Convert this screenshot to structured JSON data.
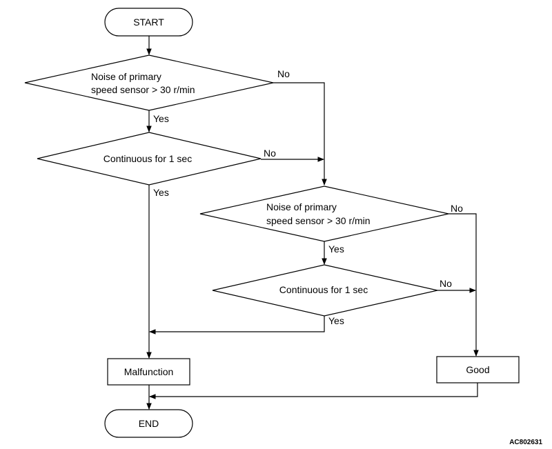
{
  "flowchart": {
    "start_label": "START",
    "end_label": "END",
    "decision_1": {
      "line1": "Noise of primary",
      "line2": "speed sensor > 30 r/min",
      "yes_label": "Yes",
      "no_label": "No"
    },
    "decision_2": {
      "text": "Continuous for 1 sec",
      "yes_label": "Yes",
      "no_label": "No"
    },
    "decision_3": {
      "line1": "Noise of primary",
      "line2": "speed sensor > 30 r/min",
      "yes_label": "Yes",
      "no_label": "No"
    },
    "decision_4": {
      "text": "Continuous for 1 sec",
      "yes_label": "Yes",
      "no_label": "No"
    },
    "malfunction_label": "Malfunction",
    "good_label": "Good",
    "figure_code": "AC802631"
  },
  "colors": {
    "stroke": "#000000",
    "fill": "#ffffff",
    "text": "#000000"
  }
}
